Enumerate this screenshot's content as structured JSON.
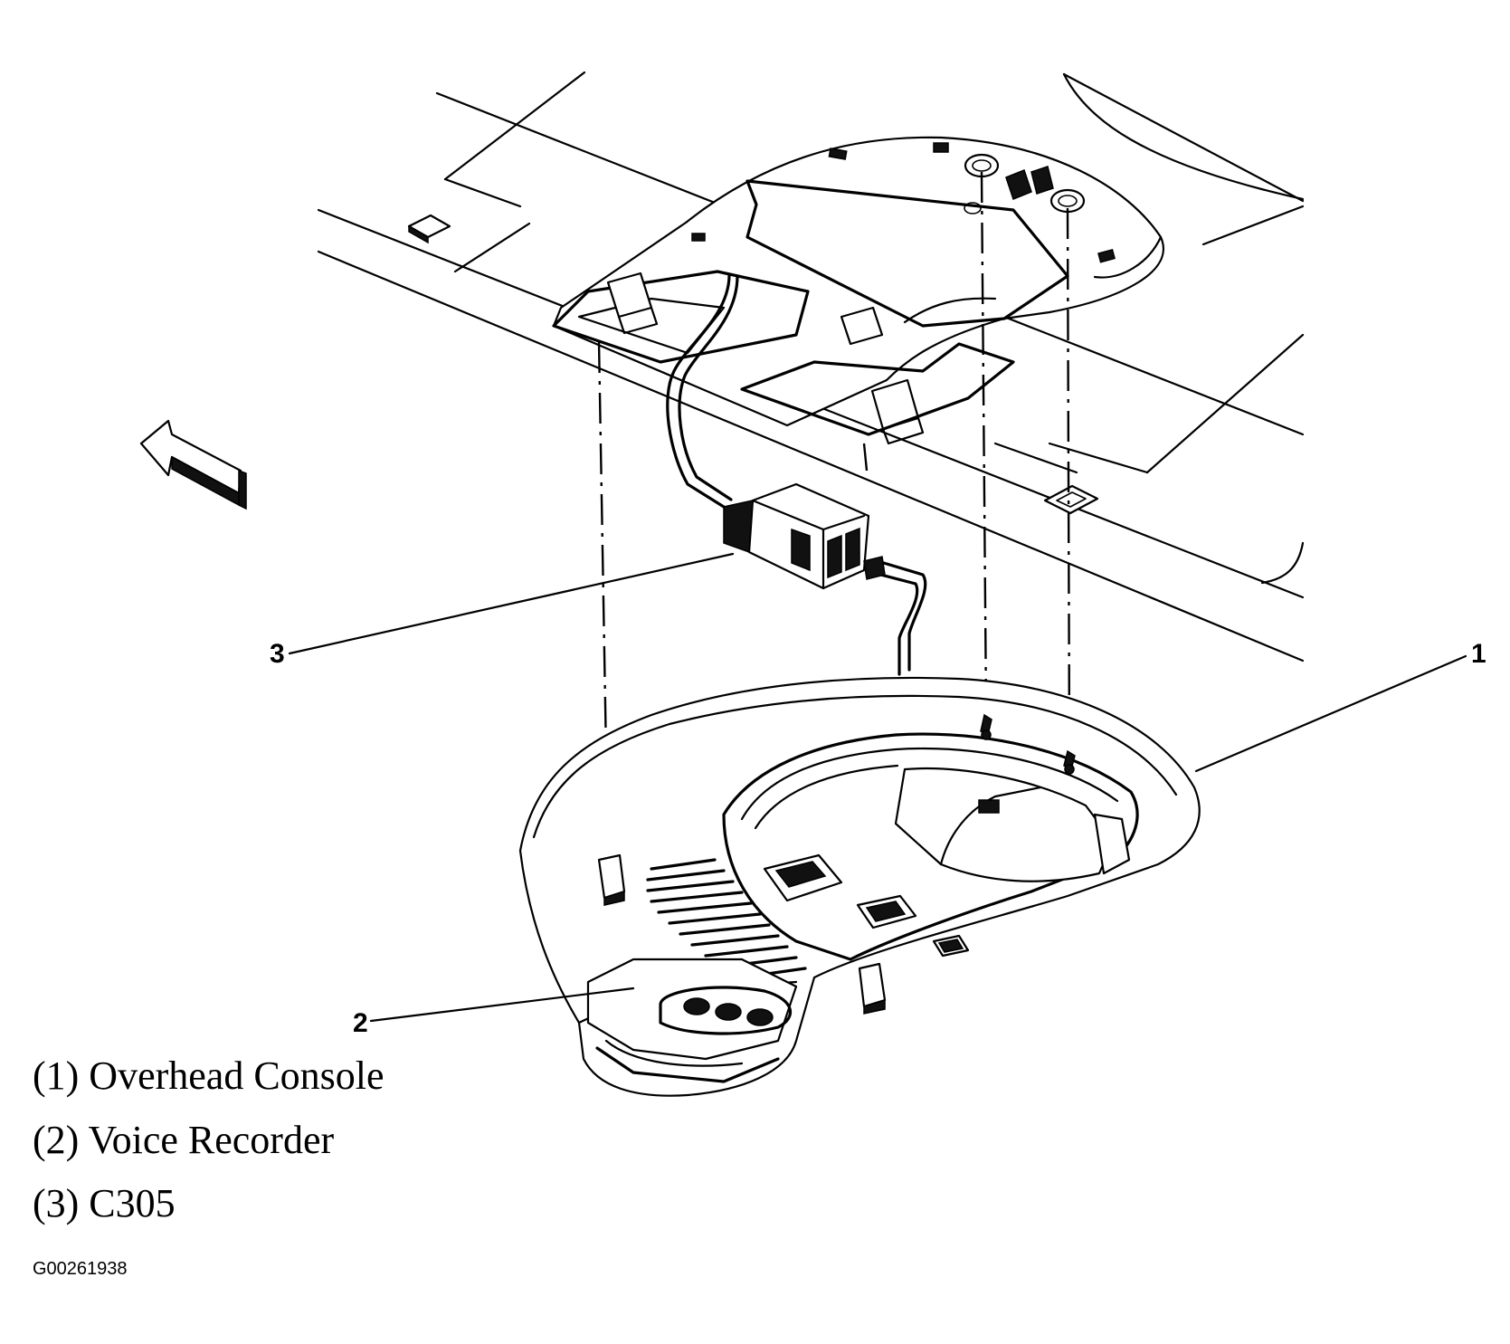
{
  "callouts": [
    {
      "number": "1",
      "target": "overhead-console"
    },
    {
      "number": "2",
      "target": "voice-recorder"
    },
    {
      "number": "3",
      "target": "c305-connector"
    }
  ],
  "legend": [
    {
      "text": "(1) Overhead Console"
    },
    {
      "text": "(2) Voice Recorder"
    },
    {
      "text": "(3) C305"
    }
  ],
  "figure_id": "G00261938",
  "colors": {
    "ink": "#000000",
    "background": "#ffffff"
  }
}
